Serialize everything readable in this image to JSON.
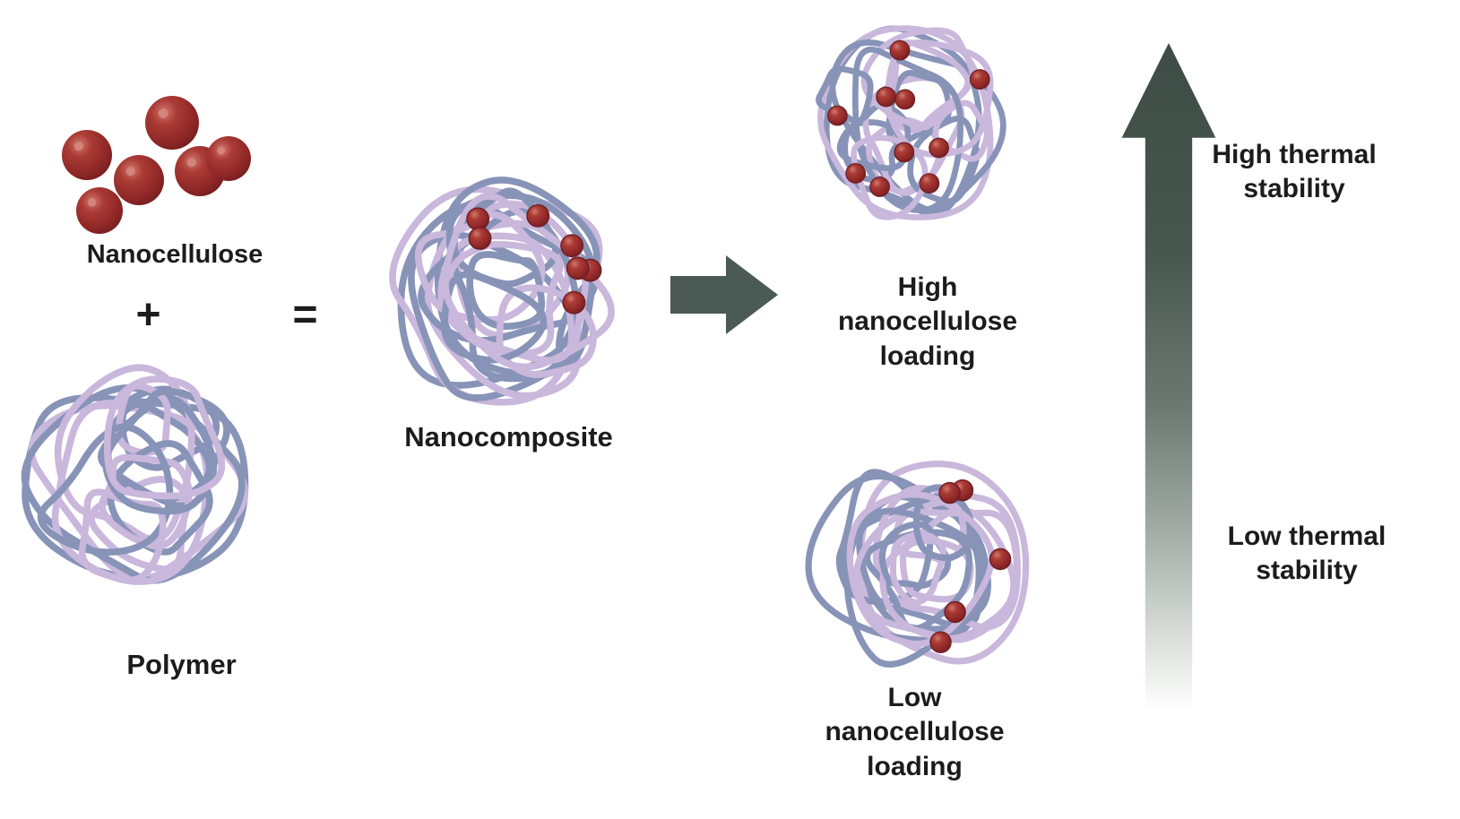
{
  "labels": {
    "nanocellulose": "Nanocellulose",
    "plus": "+",
    "equals": "=",
    "polymer": "Polymer",
    "nanocomposite": "Nanocomposite",
    "high_loading": "High\nnanocellulose\nloading",
    "low_loading": "Low\nnanocellulose\nloading",
    "high_thermal": "High thermal\nstability",
    "low_thermal": "Low thermal\nstability"
  },
  "colors": {
    "nanocellulose_particle": "#9d3130",
    "nanocellulose_particle_edge": "#6e2028",
    "polymer_strand_light": "#c9b7dc",
    "polymer_strand_dark": "#8893b8",
    "arrow": "#4b5a54",
    "text": "#1c1c1c",
    "background": "#ffffff"
  },
  "figure": {
    "nanocellulose_sphere_count": 6,
    "nanocomposite_particle_count": 7,
    "high_loading_particle_count": 10,
    "low_loading_particle_count": 5
  }
}
